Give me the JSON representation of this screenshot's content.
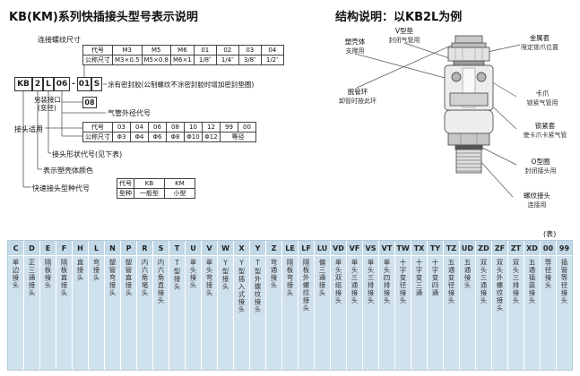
{
  "colors": {
    "tbg": "#cfe1ec",
    "thd": "#c2d8e6"
  },
  "page": {
    "left_title": "KB(KM)系列快插接头型号表示说明",
    "right_title": "结构说明：以KB2L为例",
    "table_note": "(表)"
  },
  "model_diagram": {
    "boxes": [
      "KB",
      "2",
      "L",
      "06",
      "-",
      "01",
      "S"
    ],
    "labels": {
      "thread_size": "连接螺纹尺寸",
      "sealant_note": "涂有密封胶(公制螺纹不涂密封胶时增加密封垫圈)",
      "alt_port": "另装接口",
      "alt_port_sub": "(变径)",
      "alt_code": "08",
      "tube_od": "气管外径代号",
      "apply": "接头适用",
      "shape_code": "接头形状代号(见下表)",
      "body_color": "表示塑壳体颜色",
      "type_code": "快速接头型种代号"
    },
    "thread_table": {
      "row1_header": "代号",
      "row1": [
        "M3",
        "M5",
        "M6",
        "01",
        "02",
        "03",
        "04"
      ],
      "row2_header": "公称尺寸",
      "row2": [
        "M3×0.5",
        "M5×0.8",
        "M6×1",
        "1/8″",
        "1/4″",
        "3/8″",
        "1/2″"
      ],
      "span_last": false
    },
    "tube_table": {
      "row1_header": "代号",
      "row1": [
        "03",
        "04",
        "06",
        "08",
        "10",
        "12",
        "99",
        "00"
      ],
      "row2_header": "公称尺寸",
      "row2": [
        "Φ3",
        "Φ4",
        "Φ6",
        "Φ8",
        "Φ10",
        "Φ12",
        "等径"
      ],
      "span_last": true
    },
    "type_table": {
      "row1_header": "代号",
      "row1": [
        "KB",
        "KM"
      ],
      "row2_header": "型种",
      "row2": [
        "一般型",
        "小型"
      ],
      "span_last": false
    }
  },
  "structure_diagram": {
    "labels_left": [
      {
        "name": "塑壳体",
        "desc": "支撑用"
      },
      {
        "name": "V型垫",
        "desc": "封闭气管用"
      },
      {
        "name": "脱管环",
        "desc": "卸管时按此环"
      }
    ],
    "labels_right": [
      {
        "name": "金属套",
        "desc": "限定锁爪位置"
      },
      {
        "name": "卡爪",
        "desc": "锁紧气管用"
      },
      {
        "name": "锁紧套",
        "desc": "使卡爪卡紧气管"
      },
      {
        "name": "O型圈",
        "desc": "封闭接头用"
      },
      {
        "name": "螺纹接头",
        "desc": "连接用"
      }
    ]
  },
  "shape_table": {
    "headers": [
      "C",
      "D",
      "E",
      "F",
      "H",
      "L",
      "N",
      "P",
      "R",
      "S",
      "T",
      "U",
      "V",
      "W",
      "X",
      "Y",
      "Z",
      "LE",
      "LF",
      "LU",
      "VD",
      "VF",
      "VS",
      "VT",
      "TW",
      "TX",
      "TY",
      "TZ",
      "UD",
      "ZD",
      "ZF",
      "ZT",
      "XD",
      "00",
      "99"
    ],
    "descriptions": [
      "单边接头",
      "正三通接头",
      "隔板接头",
      "隔板直接头",
      "直接头",
      "弯接头",
      "塑管弯接头",
      "塑管直接头",
      "内六角堵头",
      "内六角直接头",
      "T型接头",
      "单头接头",
      "单头弯接头",
      "Y型接头",
      "Y型插入式接头",
      "T型外螺纹接头",
      "弯通接头",
      "隔板弯接头",
      "隔板外螺纹接头",
      "偏三通接头",
      "单头双组接头",
      "单头三通接头",
      "单头三排接头",
      "单头四排接头",
      "十字变径接头",
      "十字变三通",
      "十字变四通",
      "五通变径接头",
      "五通接头",
      "双头三通接头",
      "双头外螺纹接头",
      "双头三排接头",
      "五通插装接头",
      "等径接头",
      "插管等径接头"
    ]
  }
}
